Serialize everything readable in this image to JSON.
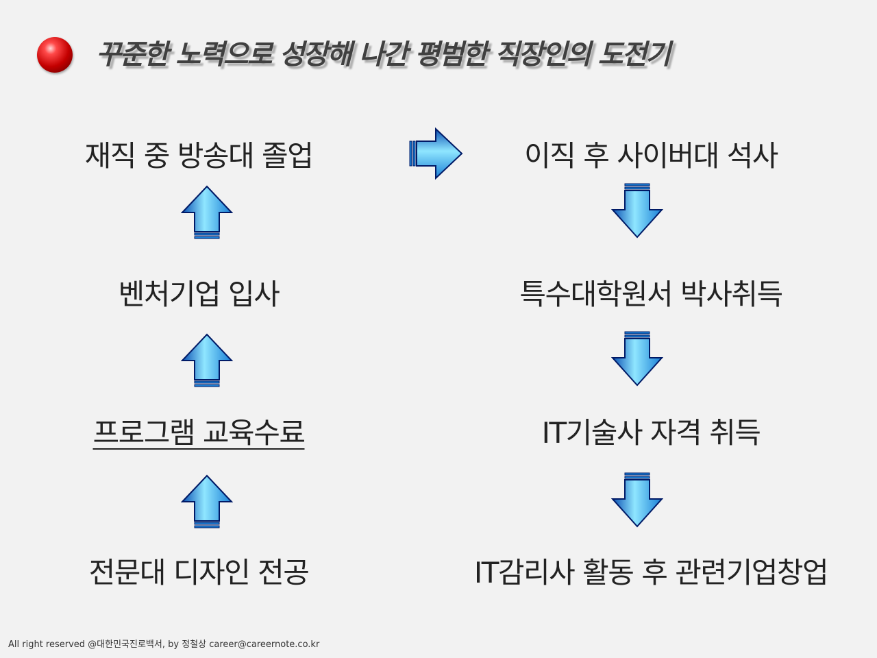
{
  "title": "꾸준한 노력으로 성장해 나간 평범한 직장인의 도전기",
  "left_steps": {
    "step1": "전문대 디자인 전공",
    "step2": "프로그램 교육수료",
    "step3": "벤처기업 입사",
    "step4": "재직 중 방송대 졸업"
  },
  "right_steps": {
    "step1": "이직 후 사이버대 석사",
    "step2": "특수대학원서 박사취득",
    "step3": "IT기술사 자격 취득",
    "step4": "IT감리사 활동 후 관련기업창업"
  },
  "footer": "All right reserved @대한민국진로백서, by 정철상 career@careernote.co.kr",
  "colors": {
    "arrow_light": "#8fe6ff",
    "arrow_mid": "#1aa3e8",
    "arrow_dark": "#0a4fb3",
    "bullet": "#c40000"
  }
}
